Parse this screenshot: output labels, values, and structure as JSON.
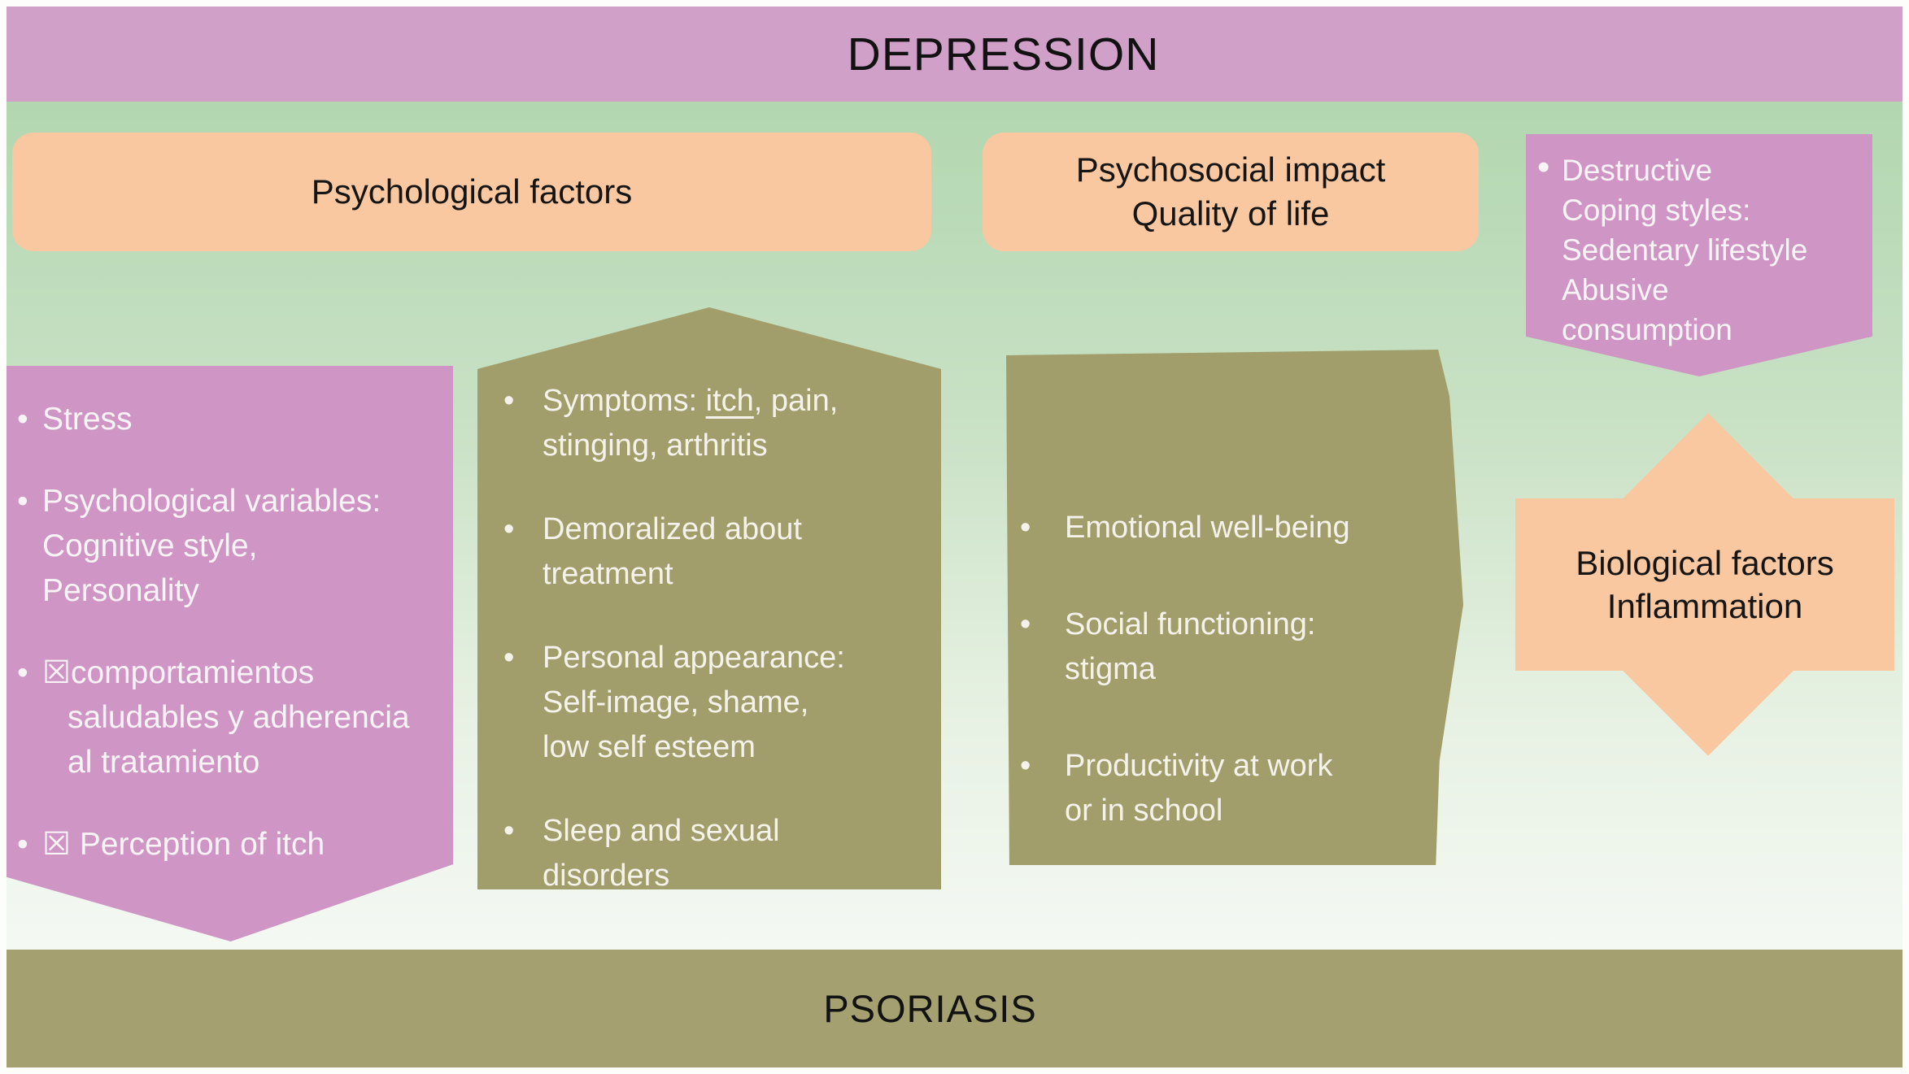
{
  "title": "DEPRESSION",
  "footer": "PSORIASIS",
  "bullet": "•",
  "colors": {
    "header_pink": "#d1a0c9",
    "panel_pink": "#cf95c5",
    "orange": "#f9c8a0",
    "olive": "#a29e6b",
    "olive_bar": "#a4a06f",
    "green_top": "#b2d7b0",
    "green_bottom": "#f4f9f3",
    "text_dark": "#151515",
    "text_light": "#f8f4f6"
  },
  "orange_boxes": {
    "psych_factors": {
      "label": "Psychological factors"
    },
    "psychosocial": {
      "line1": "Psychosocial impact",
      "line2": "Quality of life"
    }
  },
  "coping_panel": {
    "lines": [
      "Destructive",
      "Coping styles:",
      "Sedentary lifestyle",
      "Abusive",
      "consumption"
    ]
  },
  "left_panel": {
    "items": [
      {
        "lines": [
          "Stress"
        ]
      },
      {
        "lines": [
          "Psychological variables:",
          "Cognitive style,",
          "Personality"
        ]
      },
      {
        "lines": [
          "☒comportamientos",
          "saludables y adherencia",
          "al tratamiento"
        ]
      },
      {
        "lines": [
          "☒ Perception of itch"
        ]
      }
    ]
  },
  "middle_panel": {
    "items": [
      {
        "prefix": "Symptoms: ",
        "underlined": "itch",
        "suffix": ", pain,",
        "line2": "stinging, arthritis"
      },
      {
        "lines": [
          "Demoralized about",
          "treatment"
        ]
      },
      {
        "lines": [
          "Personal appearance:",
          "Self-image, shame,",
          "low self esteem"
        ]
      },
      {
        "lines": [
          "Sleep and sexual",
          "disorders"
        ]
      }
    ]
  },
  "impact_panel": {
    "items": [
      {
        "lines": [
          "Emotional well-being"
        ]
      },
      {
        "lines": [
          "Social functioning:",
          "stigma"
        ]
      },
      {
        "lines": [
          "Productivity at work",
          "or in school"
        ]
      }
    ]
  },
  "bio_panel": {
    "line1": "Biological factors",
    "line2": "Inflammation"
  }
}
